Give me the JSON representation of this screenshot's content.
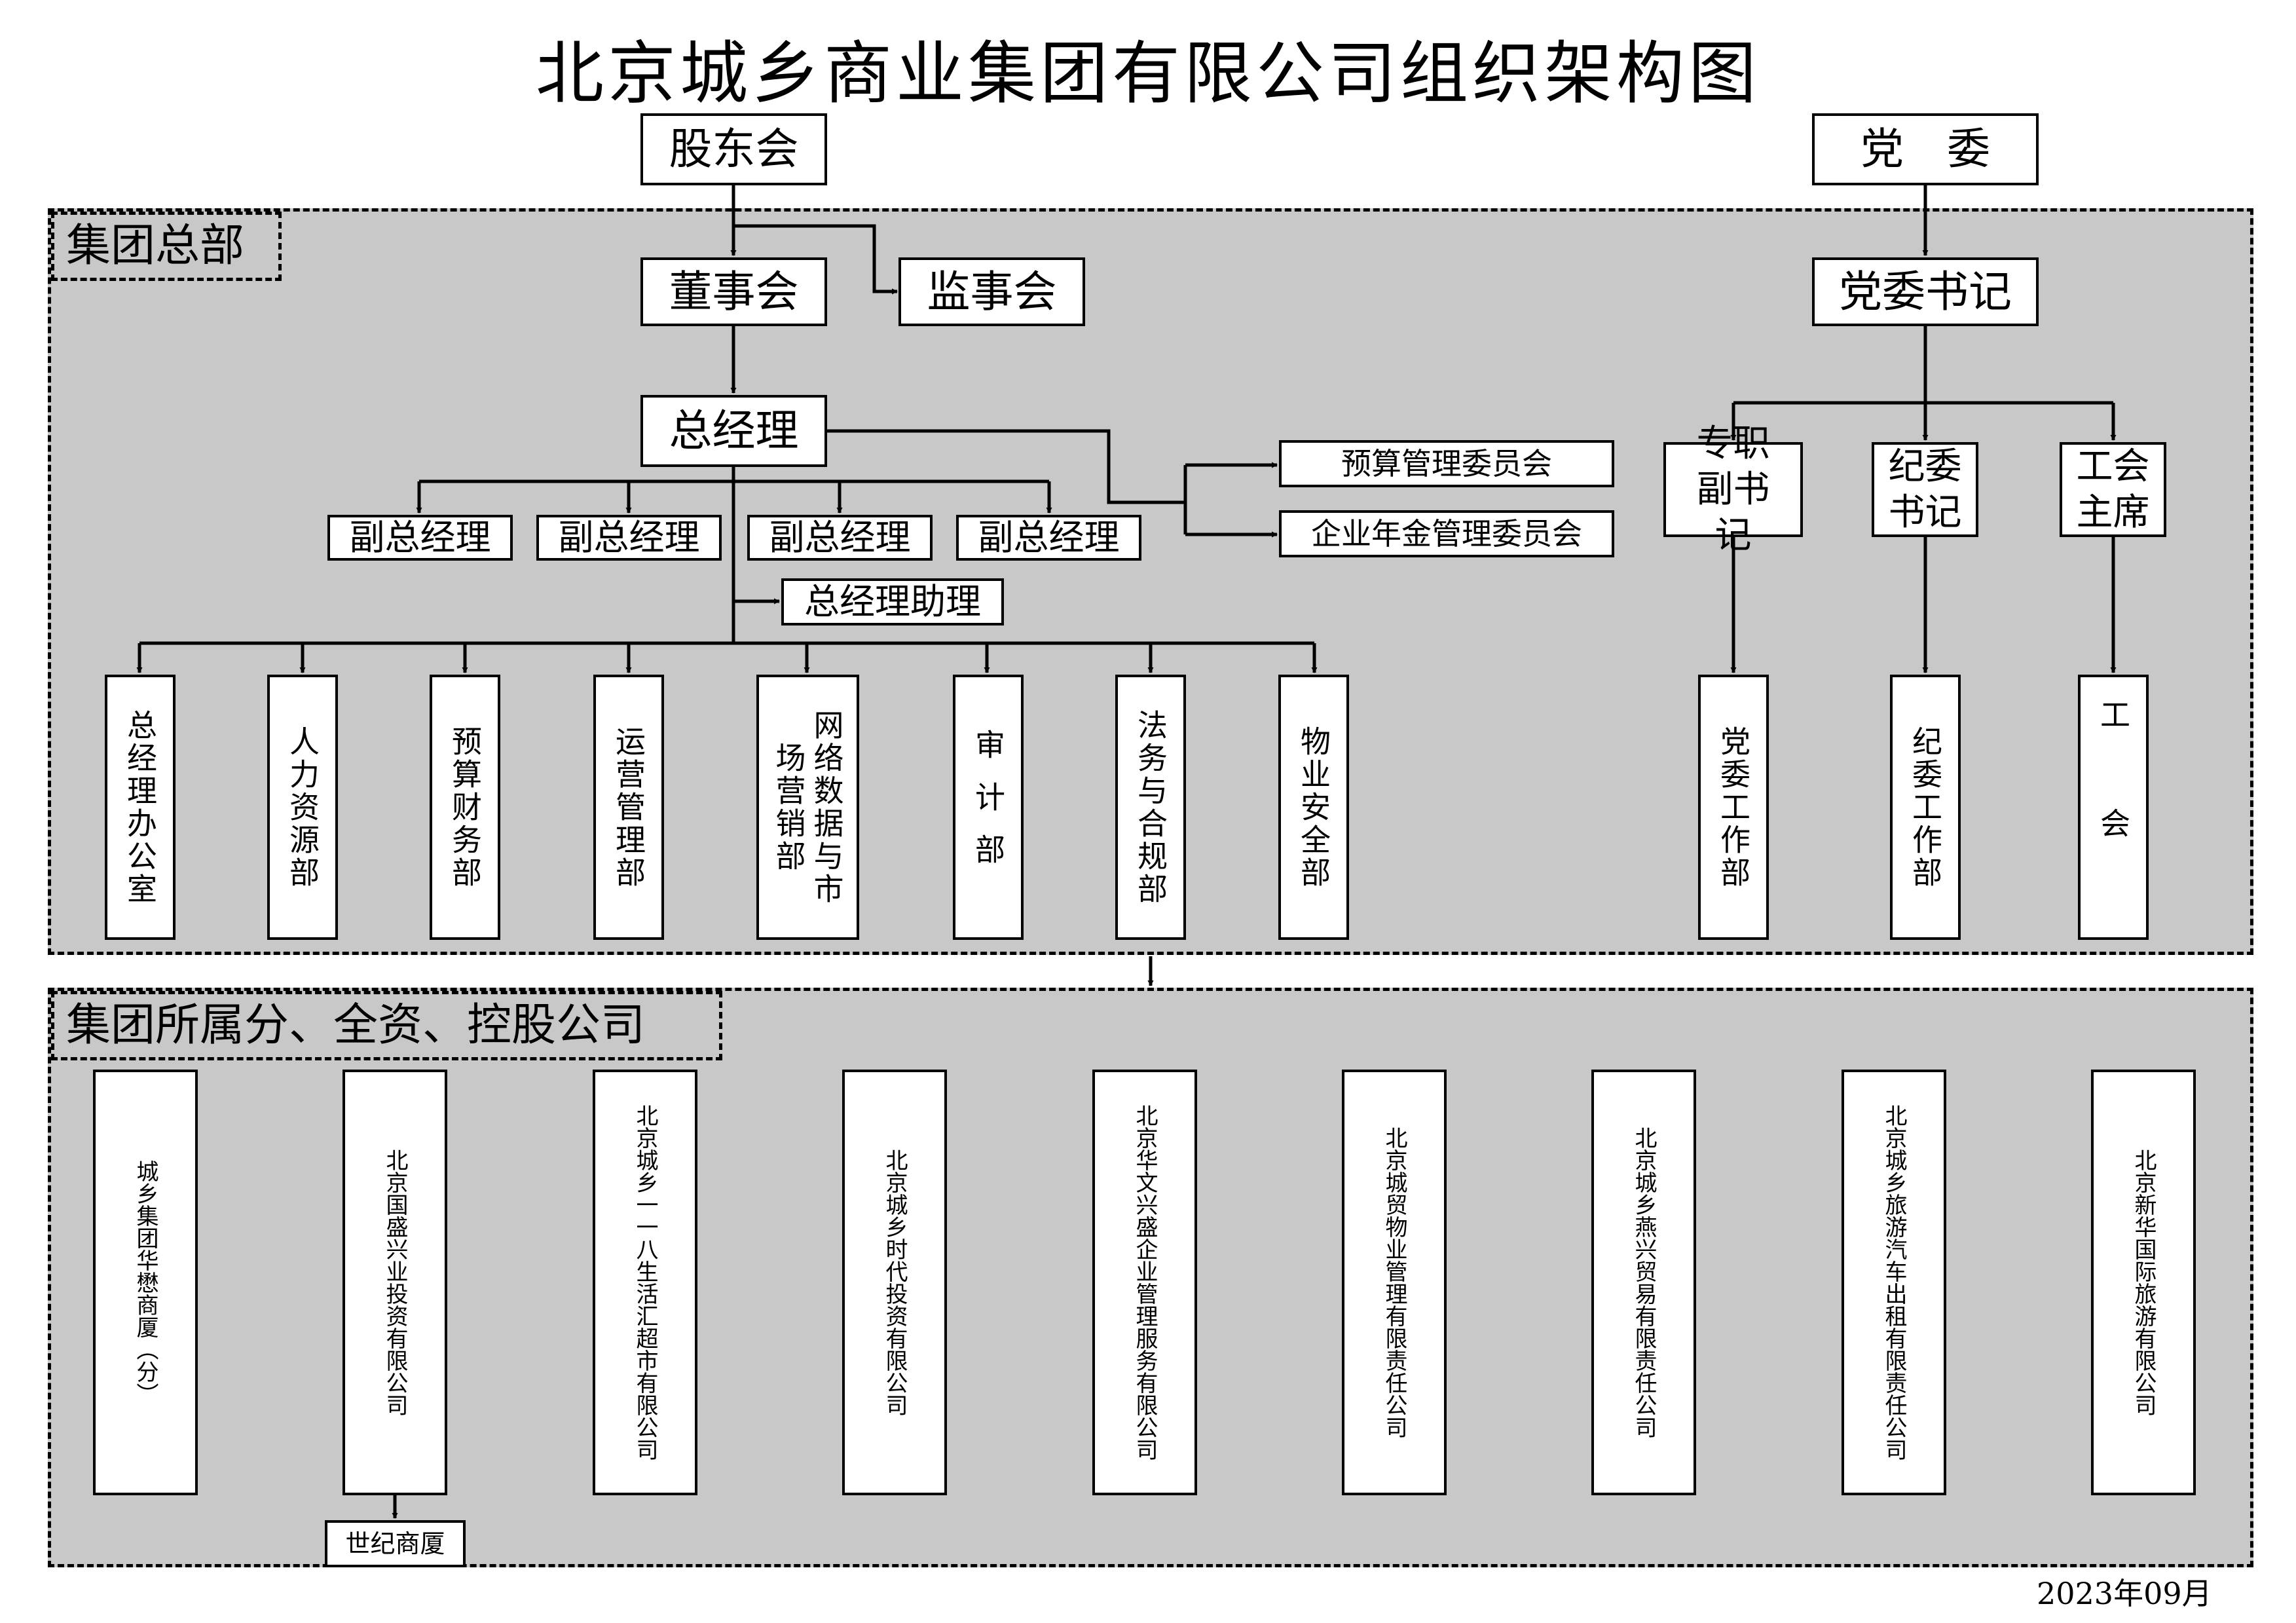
{
  "title": "北京城乡商业集团有限公司组织架构图",
  "date": "2023年09月",
  "top": {
    "shareholders": "股东会",
    "party_committee": "党　委"
  },
  "hq": {
    "label": "集团总部",
    "board": "董事会",
    "supervisors": "监事会",
    "gm": "总经理",
    "deputy_gm": [
      "副总经理",
      "副总经理",
      "副总经理",
      "副总经理"
    ],
    "committees": [
      "预算管理委员会",
      "企业年金管理委员会"
    ],
    "gm_assistant": "总经理助理",
    "departments": [
      "总经理办公室",
      "人力资源部",
      "预算财务部",
      "运营管理部",
      "网络数据与市场营销部",
      "审计部",
      "法务与合规部",
      "物业安全部"
    ],
    "party_secretary": "党委书记",
    "party_roles": [
      "专职副书记",
      "纪委书记",
      "工会主席"
    ],
    "party_departments": [
      "党委工作部",
      "纪委工作部",
      "工会"
    ]
  },
  "subsidiaries": {
    "label": "集团所属分、全资、控股公司",
    "companies": [
      "城乡集团华懋商厦（分）",
      "北京国盛兴业投资有限公司",
      "北京城乡一一八生活汇超市有限公司",
      "北京城乡时代投资有限公司",
      "北京华文兴盛企业管理服务有限公司",
      "北京城贸物业管理有限责任公司",
      "北京城乡燕兴贸易有限责任公司",
      "北京城乡旅游汽车出租有限责任公司",
      "北京新华国际旅游有限公司"
    ],
    "sub_branch": "世纪商厦"
  }
}
